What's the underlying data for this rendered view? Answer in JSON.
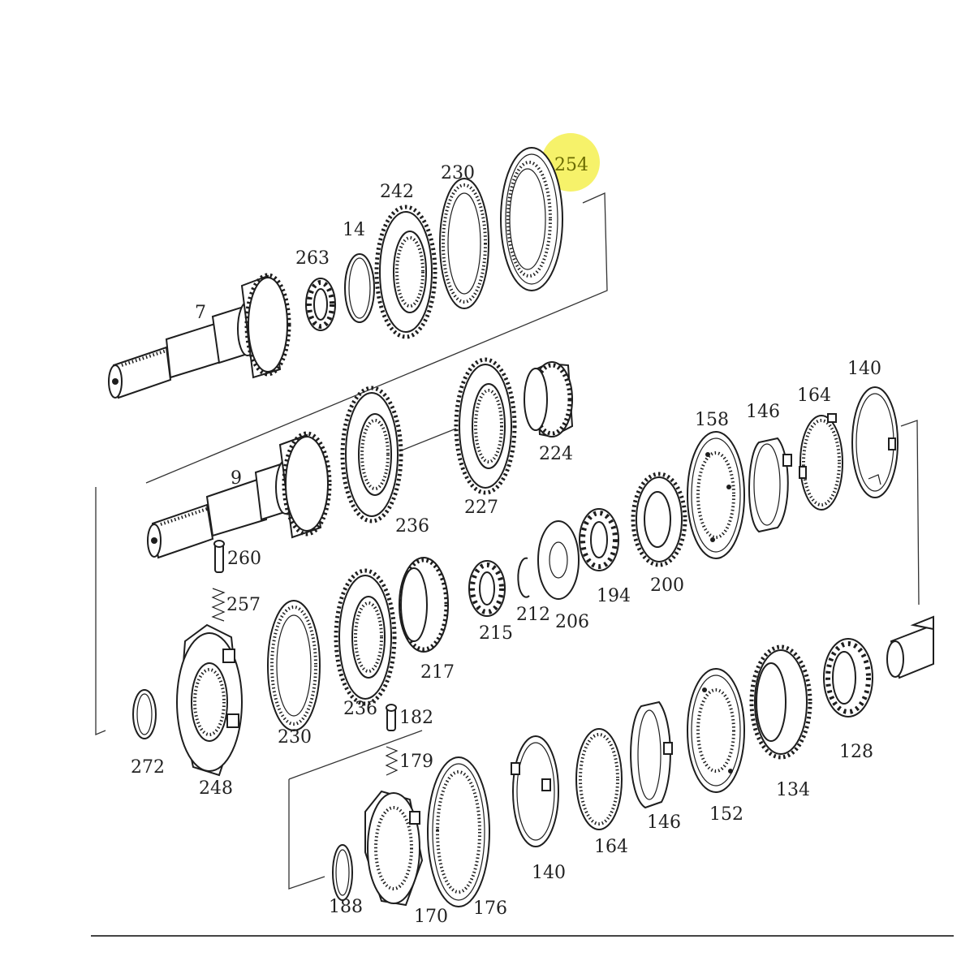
{
  "highlight": {
    "label": "254",
    "color": "#f6f26a"
  },
  "labels": {
    "p7": "7",
    "p263": "263",
    "p14": "14",
    "p242": "242",
    "p230a": "230",
    "p254": "254",
    "p9": "9",
    "p236a": "236",
    "p227": "227",
    "p224": "224",
    "p260": "260",
    "p257": "257",
    "p158": "158",
    "p146a": "146",
    "p164a": "164",
    "p140a": "140",
    "p200": "200",
    "p194": "194",
    "p206": "206",
    "p212": "212",
    "p215": "215",
    "p217": "217",
    "p236b": "236",
    "p230b": "230",
    "p248": "248",
    "p272": "272",
    "p182": "182",
    "p179": "179",
    "p128": "128",
    "p134": "134",
    "p152": "152",
    "p146b": "146",
    "p164b": "164",
    "p140b": "140",
    "p176": "176",
    "p170": "170",
    "p188": "188"
  }
}
